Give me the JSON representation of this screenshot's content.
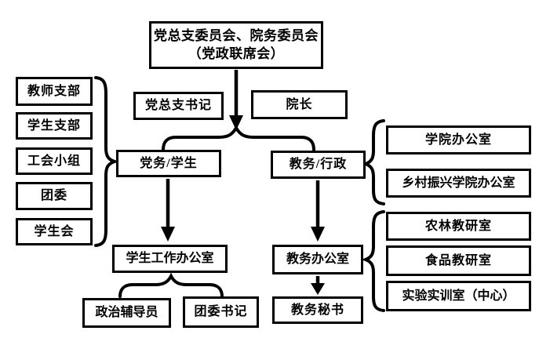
{
  "nodes": {
    "joint_committee": {
      "line1": "党总支委员会、院务委员会",
      "line2": "（党政联席会）"
    },
    "party_secretary": "党总支书记",
    "dean": "院长",
    "party_student": "党务/学生",
    "academic_admin": "教务/行政",
    "left_groups": [
      "教师支部",
      "学生支部",
      "工会小组",
      "团委",
      "学生会"
    ],
    "admin_offices": [
      "学院办公室",
      "乡村振兴学院办公室"
    ],
    "teaching_rooms": [
      "农林教研室",
      "食品教研室",
      "实验实训室（中心）"
    ],
    "student_work_office": "学生工作办公室",
    "political_counselor": "政治辅导员",
    "league_secretary": "团委书记",
    "academic_office": "教务办公室",
    "academic_secretary": "教务秘书"
  },
  "colors": {
    "line": "#000000",
    "border": "#000000",
    "background": "#ffffff",
    "text": "#000000"
  }
}
